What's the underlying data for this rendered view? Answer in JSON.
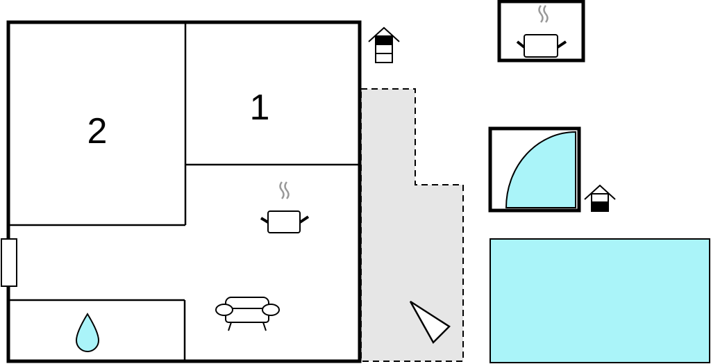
{
  "rooms": [
    {
      "id": "bedroom-2",
      "label": "2"
    },
    {
      "id": "bedroom-1",
      "label": "1"
    }
  ],
  "colors": {
    "wall": "#000000",
    "water": "#aaf4f9",
    "terrace": "#e6e6e6",
    "background": "#ffffff"
  },
  "icons": {
    "kitchen": "cooking-pot-icon",
    "living": "sofa-icon",
    "bathroom": "water-drop-icon",
    "outdoor_kitchen": "cooking-pot-icon",
    "shower": "quarter-circle-shower-icon",
    "floor_indicators": "house-floor-icon",
    "pool": "pool-rectangle",
    "orientation": "north-arrow-icon"
  }
}
